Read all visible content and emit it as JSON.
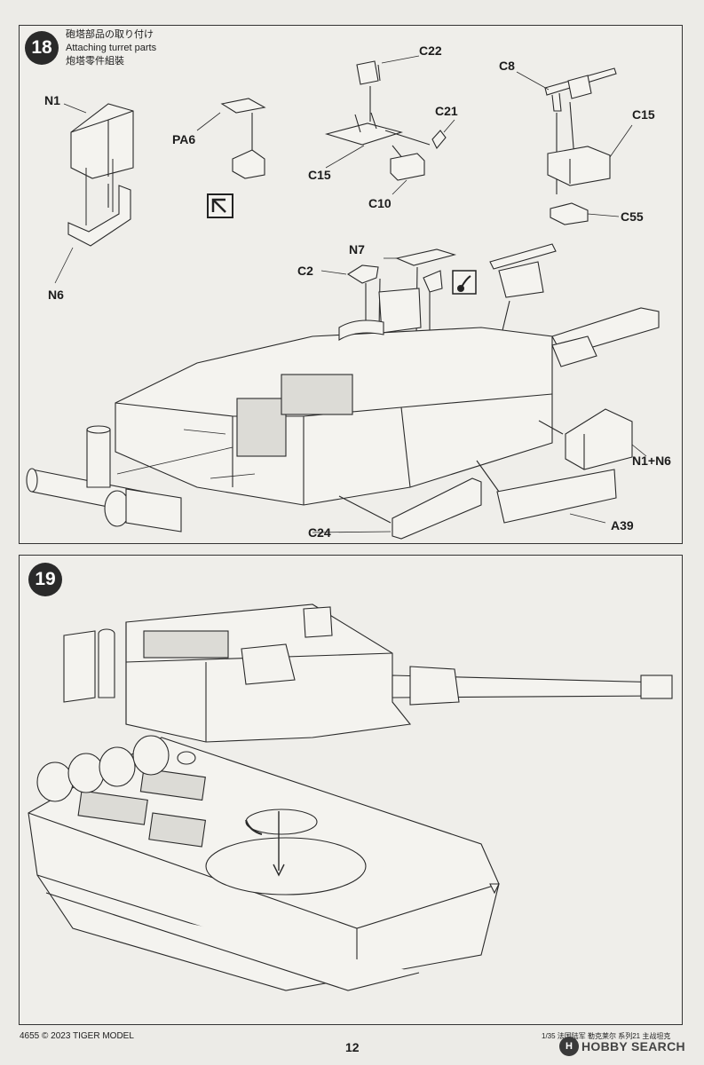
{
  "step18": {
    "number": "18",
    "title_jp": "砲塔部品の取り付け",
    "title_en": "Attaching turret parts",
    "title_cn": "炮塔零件組裝",
    "labels": {
      "n1": "N1",
      "n6": "N6",
      "pa6": "PA6",
      "c22": "C22",
      "c21": "C21",
      "c15a": "C15",
      "c10": "C10",
      "c8": "C8",
      "c15b": "C15",
      "c55": "C55",
      "n7": "N7",
      "c2": "C2",
      "n1n6": "N1+N6",
      "c24": "C24",
      "a39": "A39"
    }
  },
  "step19": {
    "number": "19"
  },
  "footer": {
    "code": "4655 © 2023 TIGER MODEL",
    "page": "12",
    "kit_title": "1/35 法国陆军 勒克莱尔 系列21 主战坦克",
    "watermark_badge": "H",
    "watermark_text": "HOBBY SEARCH"
  }
}
